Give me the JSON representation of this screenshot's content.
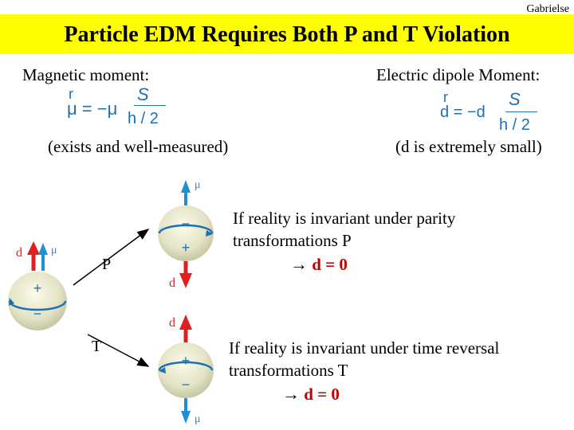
{
  "slide": {
    "author": "Gabrielse",
    "title": "Particle EDM Requires Both P and T Violation"
  },
  "magnetic": {
    "heading": "Magnetic moment:",
    "vec_mark": "r",
    "lhs": "μ = −μ",
    "spin": "S",
    "denominator": "h / 2",
    "note": "(exists and well-measured)"
  },
  "electric": {
    "heading": "Electric dipole Moment:",
    "vec_mark": "r",
    "lhs": "d = −d",
    "spin": "S",
    "denominator": "h / 2",
    "note": "(d is extremely small)"
  },
  "particles": {
    "left": {
      "top_sign": "+",
      "bottom_sign": "−",
      "arrow_d": "d",
      "arrow_mu": "μ"
    },
    "p_branch": {
      "label": "P",
      "top_sign": "−",
      "bottom_sign": "+",
      "arrow_up": "μ",
      "arrow_down": "d"
    },
    "t_branch": {
      "label": "T",
      "top_sign": "+",
      "bottom_sign": "−",
      "arrow_up": "d",
      "arrow_down": "μ"
    }
  },
  "statements": {
    "parity": {
      "line1": "If reality is invariant under parity",
      "line2": "transformations P",
      "arrow": "→",
      "result": "d = 0"
    },
    "time": {
      "line1": "If reality is invariant under time reversal",
      "line2": "transformations T",
      "arrow": "→",
      "result": "d = 0"
    }
  },
  "colors": {
    "title_bg": "#ffff00",
    "formula": "#1f6fb4",
    "mu_arrow": "#1f8fd6",
    "d_arrow": "#e02020",
    "result": "#c00000"
  }
}
